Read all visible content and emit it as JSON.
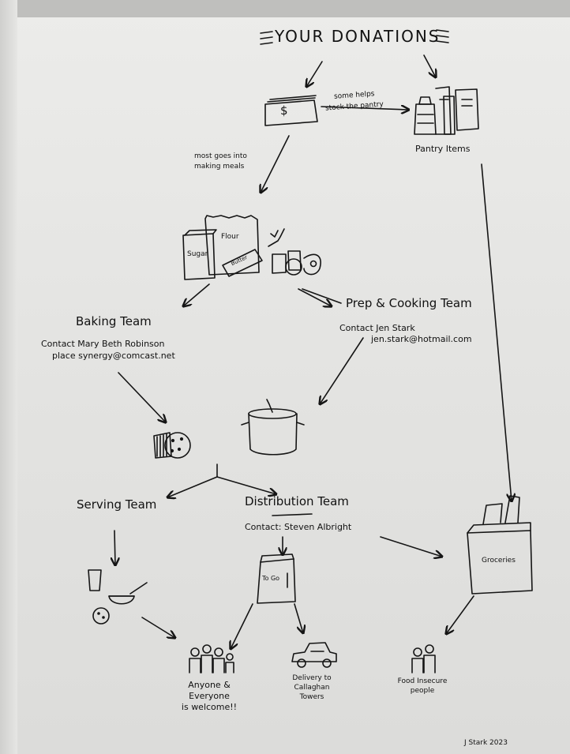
{
  "title": "YOUR DONATIONS",
  "money_symbol": "$",
  "notes": {
    "some_helps_line1": "some helps",
    "some_helps_line2": "stock the pantry",
    "most_goes_line1": "most goes into",
    "most_goes_line2": "making meals"
  },
  "pantry": {
    "label": "Pantry Items"
  },
  "ingredients": {
    "flour": "Flour",
    "sugar": "Sugar",
    "butter": "Butter"
  },
  "baking_team": {
    "name": "Baking Team",
    "contact": "Contact Mary Beth Robinson",
    "email": "place synergy@comcast.net"
  },
  "prep_team": {
    "name": "Prep & Cooking Team",
    "contact": "Contact Jen Stark",
    "email": "jen.stark@hotmail.com"
  },
  "serving_team": {
    "name": "Serving Team"
  },
  "distribution_team": {
    "name": "Distribution Team",
    "contact": "Contact: Steven Albright"
  },
  "to_go_label": "To Go",
  "groceries_label": "Groceries",
  "outcomes": {
    "anyone_line1": "Anyone &",
    "anyone_line2": "Everyone",
    "anyone_line3": "is welcome!!",
    "delivery_line1": "Delivery to",
    "delivery_line2": "Callaghan",
    "delivery_line3": "Towers",
    "food_line1": "Food Insecure",
    "food_line2": "people"
  },
  "signature": "J Stark 2023"
}
